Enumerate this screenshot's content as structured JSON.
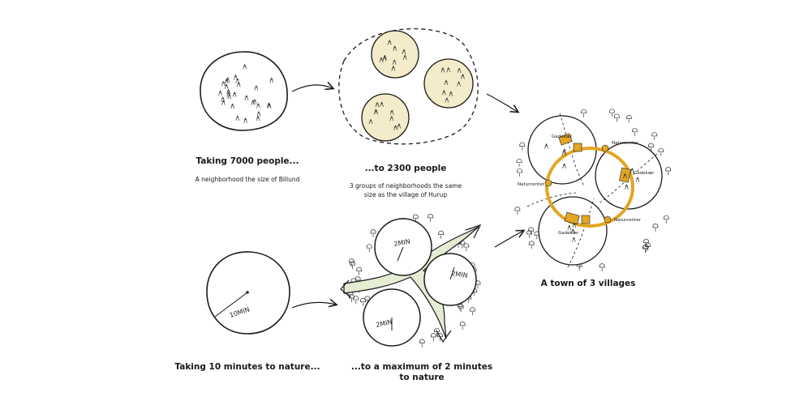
{
  "step1": {
    "title": "Taking 7000 people...",
    "subtitle": "A neighborhood the size of Billund"
  },
  "step2": {
    "title": "...to 2300 people",
    "subtitle_line1": "3 groups of neighborhoods the same",
    "subtitle_line2": "size as the village of Hurup"
  },
  "step3": {
    "title": "Taking 10 minutes to nature...",
    "radius_label": "10MIN"
  },
  "step4": {
    "title_line1": "...to a maximum of 2 minutes",
    "title_line2": "to nature",
    "radius_labels": [
      "2MIN",
      "2MIN",
      "2MIN"
    ]
  },
  "result": {
    "title": "A town of 3 villages",
    "village_labels": [
      "Gadekær",
      "Gadekær",
      "Gadekær"
    ],
    "center_labels": [
      "Naturcenter",
      "Naturcenter",
      "Naturcenter"
    ]
  },
  "colors": {
    "ink": "#1a1a1a",
    "village_fill": "#f3ebc9",
    "ring": "#e2a623",
    "corridor": "#e4ecd2"
  }
}
